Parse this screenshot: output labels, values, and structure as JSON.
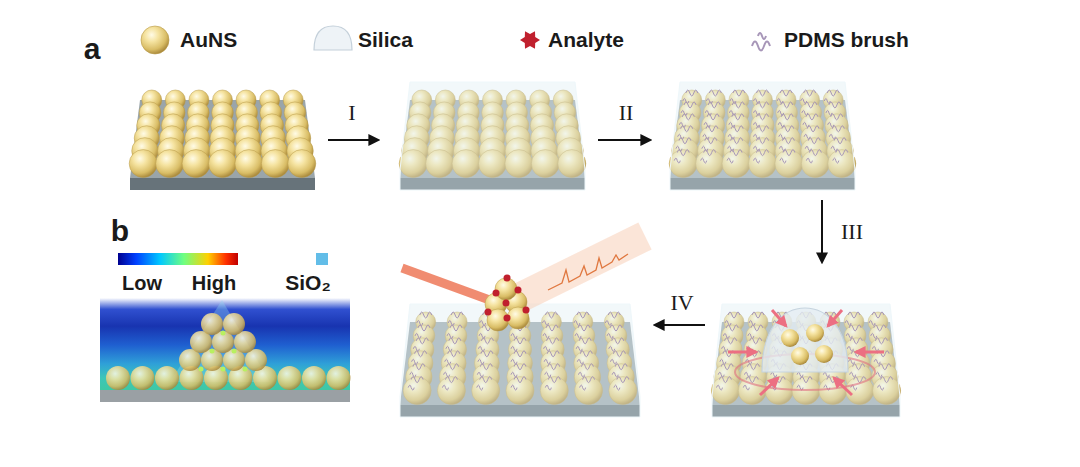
{
  "diagram": {
    "labels": [
      "a",
      "I",
      "II",
      "III",
      "IV",
      "b",
      "Low",
      "High"
    ],
    "legend": [
      {
        "text": "AuNS"
      },
      {
        "text": "Silica"
      },
      {
        "text": "Analyte"
      },
      {
        "text": "PDMS brush"
      },
      {
        "text": "SiO₂",
        "color": "#62bde8"
      }
    ]
  }
}
